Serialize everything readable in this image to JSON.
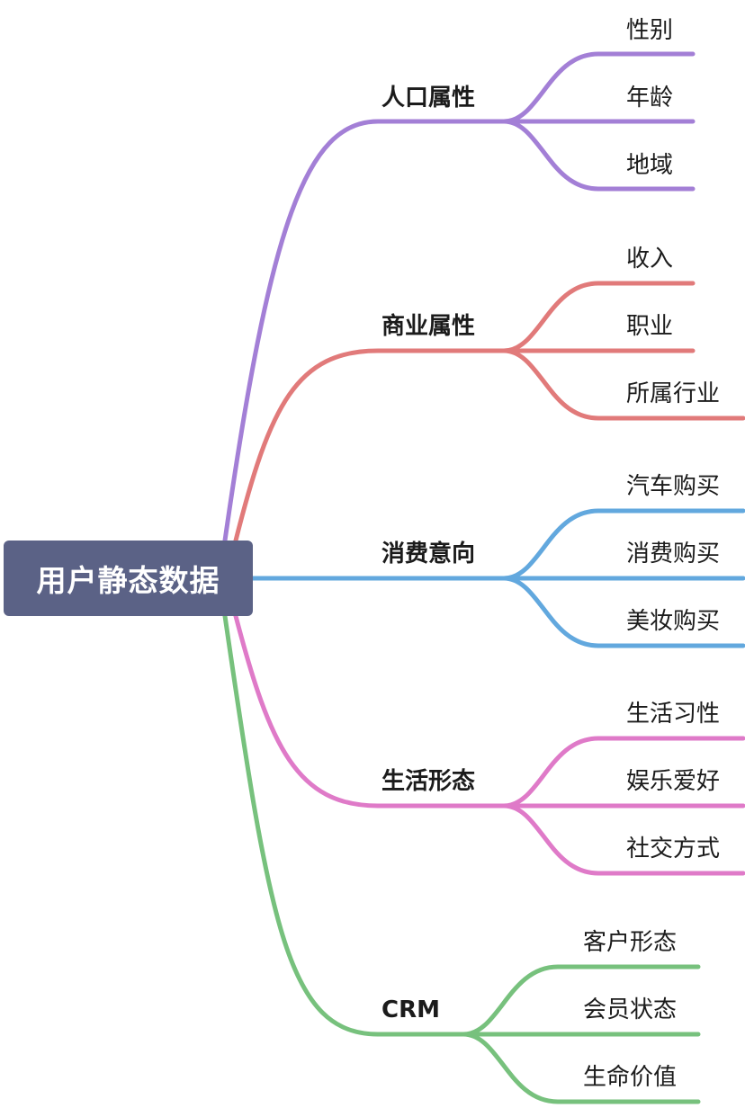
{
  "root": {
    "label": "用户静态数据"
  },
  "branches": [
    {
      "id": "demographic",
      "label": "人口属性",
      "color": "#a37fd6",
      "children": [
        {
          "label": "性别"
        },
        {
          "label": "年龄"
        },
        {
          "label": "地域"
        }
      ]
    },
    {
      "id": "business",
      "label": "商业属性",
      "color": "#e17a7a",
      "children": [
        {
          "label": "收入"
        },
        {
          "label": "职业"
        },
        {
          "label": "所属行业"
        }
      ]
    },
    {
      "id": "consumption",
      "label": "消费意向",
      "color": "#62a8de",
      "children": [
        {
          "label": "汽车购买"
        },
        {
          "label": "消费购买"
        },
        {
          "label": "美妆购买"
        }
      ]
    },
    {
      "id": "lifestyle",
      "label": "生活形态",
      "color": "#df7ac8",
      "children": [
        {
          "label": "生活习性"
        },
        {
          "label": "娱乐爱好"
        },
        {
          "label": "社交方式"
        }
      ]
    },
    {
      "id": "crm",
      "label": "CRM",
      "color": "#77c17d",
      "children": [
        {
          "label": "客户形态"
        },
        {
          "label": "会员状态"
        },
        {
          "label": "生命价值"
        }
      ]
    }
  ]
}
